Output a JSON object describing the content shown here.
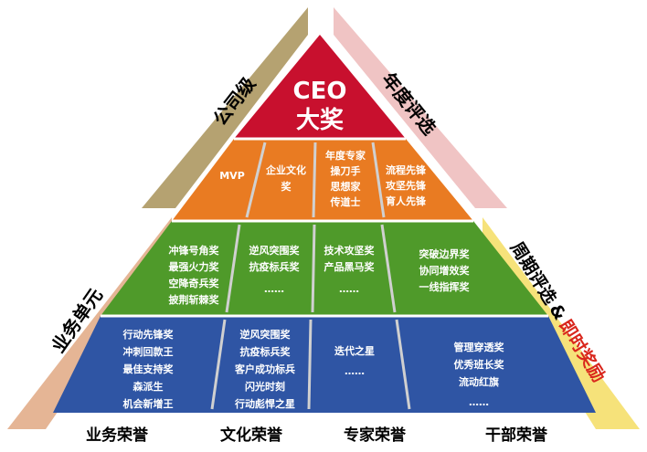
{
  "pyramid": {
    "apex": {
      "line1": "CEO",
      "line2": "大奖",
      "color": "#c8102e"
    },
    "tiers": [
      {
        "color": "#e97b22",
        "cells": [
          [
            "MVP"
          ],
          [
            "企业文化",
            "奖"
          ],
          [
            "年度专家",
            "操刀手",
            "思想家",
            "传道士"
          ],
          [
            "流程先锋",
            "攻坚先锋",
            "育人先锋"
          ]
        ]
      },
      {
        "color": "#4f9a2a",
        "cells": [
          [
            "冲锋号角奖",
            "最强火力奖",
            "空降奇兵奖",
            "披荆斩棘奖"
          ],
          [
            "逆风突围奖",
            "抗疫标兵奖",
            "……"
          ],
          [
            "技术攻坚奖",
            "产品黑马奖",
            "……"
          ],
          [
            "突破边界奖",
            "协同增效奖",
            "一线指挥奖"
          ]
        ]
      },
      {
        "color": "#2f55a4",
        "cells": [
          [
            "行动先锋奖",
            "冲刺回款王",
            "最佳支持奖",
            "森派生",
            "机会新增王"
          ],
          [
            "逆风突围奖",
            "抗疫标兵奖",
            "客户成功标兵",
            "闪光时刻",
            "行动彪悍之星"
          ],
          [
            "迭代之星",
            "……"
          ],
          [
            "管理穿透奖",
            "优秀班长奖",
            "流动红旗",
            "……"
          ]
        ]
      }
    ]
  },
  "side_labels": {
    "company_level": "公司级",
    "annual_selection": "年度评选",
    "business_unit": "业务单元",
    "periodic_selection": "周期评选",
    "ampersand": "&",
    "instant_award": "即时奖励"
  },
  "bottom_labels": [
    "业务荣誉",
    "文化荣誉",
    "专家荣誉",
    "干部荣誉"
  ],
  "colors": {
    "company_band": "#b5a271",
    "annual_band": "#f0c4c4",
    "business_band": "#e5b595",
    "periodic_band": "#f6e27a",
    "instant_text": "#d9261c"
  }
}
